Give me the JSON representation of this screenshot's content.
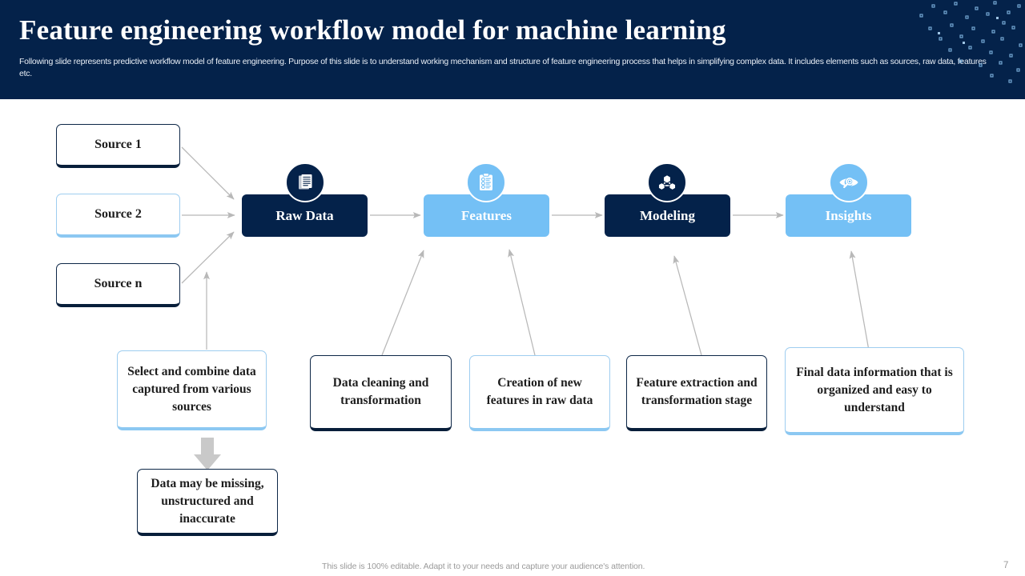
{
  "header": {
    "title": "Feature engineering workflow model for machine learning",
    "subtitle": "Following slide represents predictive workflow model of feature engineering. Purpose of this slide is to understand working mechanism and structure of feature engineering process that helps in simplifying complex data. It includes elements such as sources, raw data, features etc.",
    "background_color": "#04224a",
    "dot_color": "#7fb3e0"
  },
  "sources": [
    {
      "label": "Source 1",
      "style": "navy"
    },
    {
      "label": "Source 2",
      "style": "blue"
    },
    {
      "label": "Source n",
      "style": "navy"
    }
  ],
  "pipeline": [
    {
      "label": "Raw Data",
      "style": "dark",
      "icon": "document-stack-icon",
      "color": "#04224a"
    },
    {
      "label": "Features",
      "style": "light",
      "icon": "clipboard-checklist-icon",
      "color": "#74c0f5"
    },
    {
      "label": "Modeling",
      "style": "dark",
      "icon": "network-nodes-icon",
      "color": "#04224a"
    },
    {
      "label": "Insights",
      "style": "light",
      "icon": "eye-magnifier-icon",
      "color": "#74c0f5"
    }
  ],
  "descriptions": [
    {
      "text": "Select and combine data captured from various sources",
      "style": "blue"
    },
    {
      "text": "Data cleaning and transformation",
      "style": "navy"
    },
    {
      "text": "Creation of new features in raw data",
      "style": "blue"
    },
    {
      "text": "Feature extraction and transformation stage",
      "style": "navy"
    },
    {
      "text": "Final data information that is organized and easy to understand",
      "style": "blue"
    }
  ],
  "note": {
    "text": "Data may be missing, unstructured and inaccurate",
    "style": "navy",
    "arrow_color": "#c9c9c9"
  },
  "footer": {
    "note": "This slide is 100% editable. Adapt it to your needs and capture your audience's attention.",
    "page": "7"
  },
  "theme": {
    "navy": "#04224a",
    "light_blue": "#74c0f5",
    "border_blue": "#9ecdf0",
    "connector_gray": "#b8b8b8",
    "text_dark": "#1d1d1d"
  }
}
